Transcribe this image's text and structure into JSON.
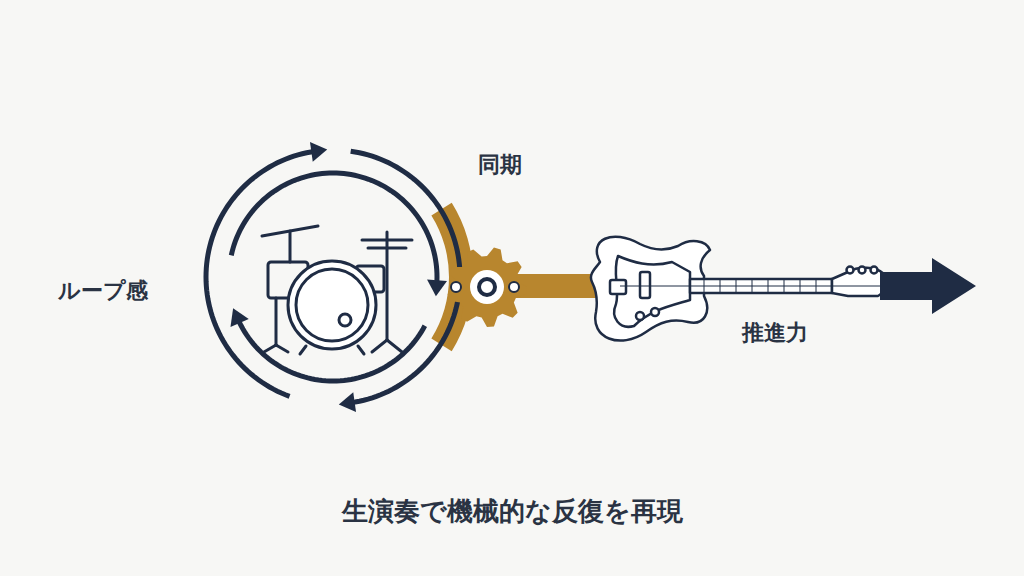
{
  "diagram": {
    "caption": "生演奏で機械的な反復を再現",
    "labels": [
      "ループ感",
      "同期",
      "推進力"
    ]
  }
}
